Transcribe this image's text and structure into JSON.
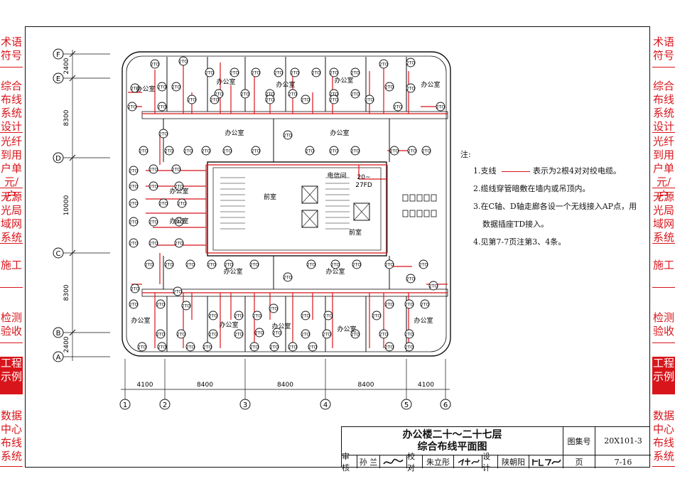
{
  "side_tabs": [
    {
      "label": "术语\n符号",
      "active": false
    },
    {
      "label": "综合\n布线\n系统\n设计",
      "active": false
    },
    {
      "label": "光纤\n到用\n户单\n元/户",
      "active": false
    },
    {
      "label": "无源\n光局\n域网\n系统",
      "active": false
    },
    {
      "label": "施工",
      "active": false
    },
    {
      "label": "检测\n验收",
      "active": false
    },
    {
      "label": "工程\n示例",
      "active": true
    },
    {
      "label": "数据\n中心\n布线\n系统",
      "active": false
    }
  ],
  "colors": {
    "accent": "#d8151b",
    "line": "#111111"
  },
  "plan": {
    "row_axes": [
      "F",
      "E",
      "D",
      "C",
      "B",
      "A"
    ],
    "row_dims": [
      "2400",
      "8300",
      "10000",
      "8300",
      "2400"
    ],
    "col_axes": [
      "1",
      "2",
      "3",
      "4",
      "5",
      "6"
    ],
    "col_dims": [
      "4100",
      "8400",
      "8400",
      "8400",
      "4100"
    ],
    "outlet_label": "2TO",
    "room_label": "办公室",
    "lobby_label": "前室",
    "telecom_room_label": "电信间",
    "telecom_td_label": "20~\n27FD",
    "lobby2_label": "前室"
  },
  "notes": {
    "heading": "注:",
    "item1_prefix": "1.支线",
    "item1_suffix": "表示为2根4对对绞电缆。",
    "item2": "2.缆线穿管暗敷在墙内或吊顶内。",
    "item3a": "3.在C轴、D轴走廊各设一个无线接入AP点，用",
    "item3b": "数据插座TD接入。",
    "item4": "4.见第7-7页注第3、4条。"
  },
  "title_block": {
    "title_line1": "办公楼二十～二十七层",
    "title_line2": "综合布线平面图",
    "atlas_label": "图集号",
    "atlas_no": "20X101-3",
    "review_label": "审核",
    "reviewer": "孙 兰",
    "check_label": "校对",
    "checker": "朱立彤",
    "design_label": "设计",
    "designer": "陕朝阳",
    "page_label": "页",
    "page_no": "7-16"
  }
}
